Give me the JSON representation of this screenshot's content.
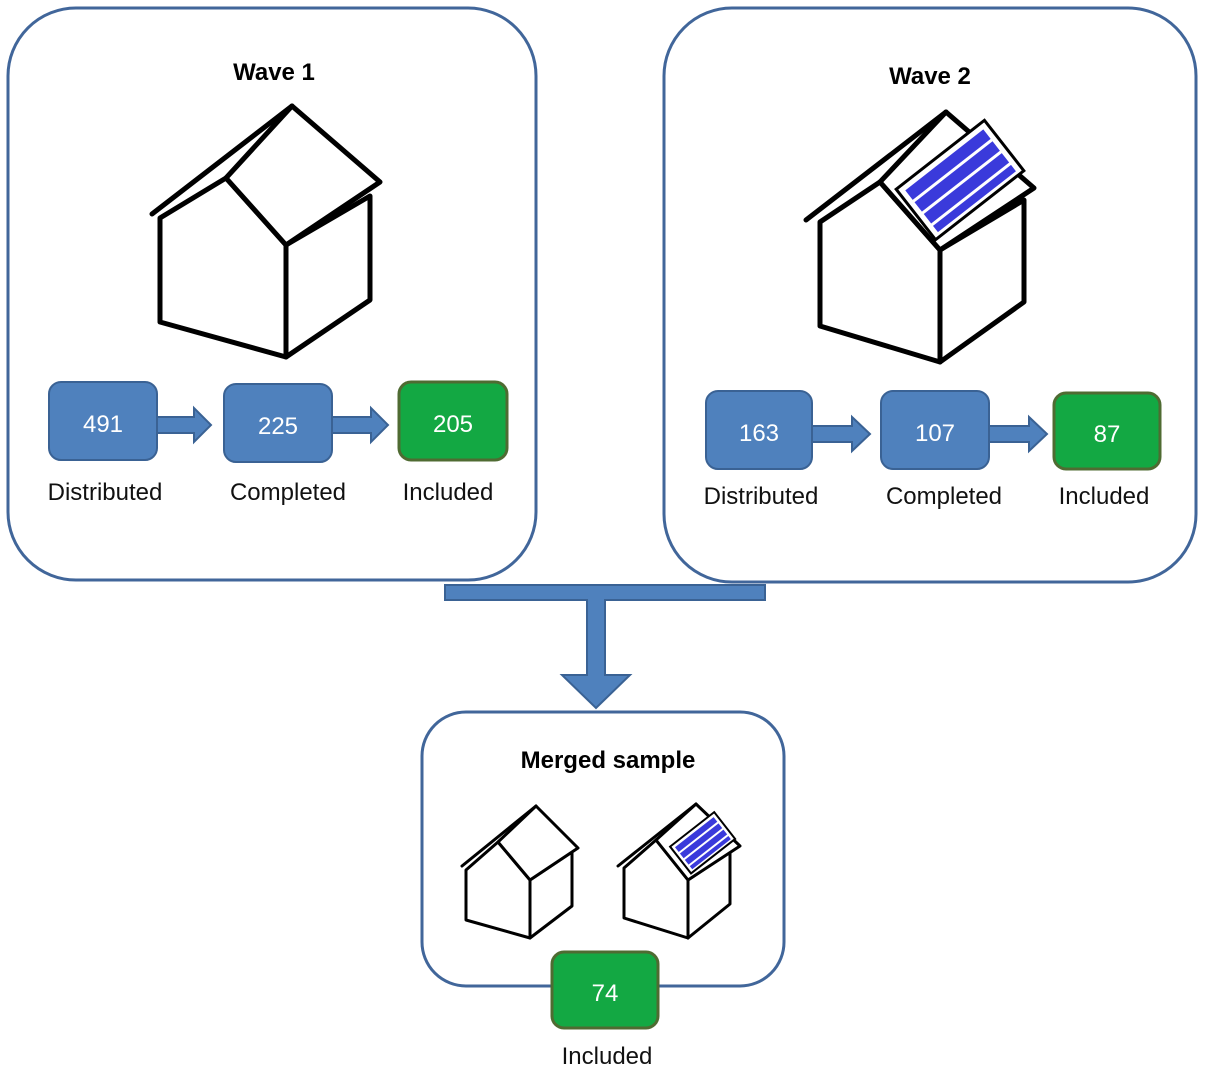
{
  "wave1": {
    "title": "Wave 1",
    "house_icon": "house-icon",
    "stages": [
      {
        "value": "491",
        "label": "Distributed",
        "color": "#4f81bd"
      },
      {
        "value": "225",
        "label": "Completed",
        "color": "#4f81bd"
      },
      {
        "value": "205",
        "label": "Included",
        "color": "#13a843"
      }
    ]
  },
  "wave2": {
    "title": "Wave 2",
    "house_icon": "solar-house-icon",
    "stages": [
      {
        "value": "163",
        "label": "Distributed",
        "color": "#4f81bd"
      },
      {
        "value": "107",
        "label": "Completed",
        "color": "#4f81bd"
      },
      {
        "value": "87",
        "label": "Included",
        "color": "#13a843"
      }
    ]
  },
  "merged": {
    "title": "Merged sample",
    "icons": [
      "house-icon",
      "solar-house-icon"
    ],
    "value": "74",
    "label": "Included",
    "color": "#13a843"
  },
  "colors": {
    "panel_border": "#41669a",
    "arrow": "#4f81bd",
    "solar_panel": "#3a3adb"
  }
}
